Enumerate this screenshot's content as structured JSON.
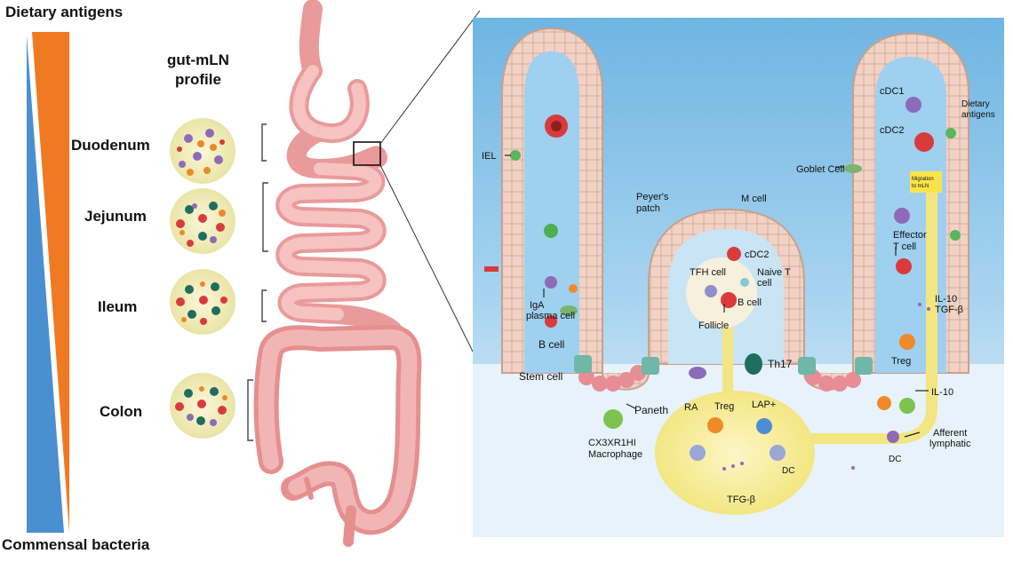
{
  "gradient": {
    "top_label": "Dietary antigens",
    "bottom_label": "Commensal bacteria",
    "colors": {
      "dietary": "#ef7a22",
      "commensal": "#4a8fd0"
    }
  },
  "profile": {
    "title_line1": "gut-mLN",
    "title_line2": "profile",
    "segments": [
      "Duodenum",
      "Jejunum",
      "Ileum",
      "Colon"
    ]
  },
  "villus": {
    "labels": {
      "iel": "IEL",
      "peyers_patch_1": "Peyer's",
      "peyers_patch_2": "patch",
      "m_cell": "M cell",
      "cdc2_center": "cDC2",
      "tfh": "TFH cell",
      "naive_t_1": "Naive T",
      "naive_t_2": "cell",
      "b_cell_center": "B cell",
      "follicle": "Follicle",
      "iga_1": "IgA",
      "iga_2": "plasma cell",
      "b_cell_left": "B cell",
      "stem_cell": "Stem cell",
      "paneth": "Paneth",
      "th17": "Th17",
      "macrophage_1": "CX3XR1HI",
      "macrophage_2": "Macrophage",
      "ra": "RA",
      "treg_bottom": "Treg",
      "lap": "LAP+",
      "dc_bottom": "DC",
      "tgf_bottom": "TFG-β",
      "cdc1": "cDC1",
      "dietary_1": "Dietary",
      "dietary_2": "antigens",
      "cdc2_right": "cDC2",
      "goblet": "Goblet Cell",
      "migration_1": "Migration",
      "migration_2": "to mLN",
      "effector_1": "Effector",
      "effector_2": "T cell",
      "il10_1": "IL-10",
      "tgf_right": "TGF-β",
      "treg_right": "Treg",
      "il10_2": "IL-10",
      "afferent_1": "Afferent",
      "afferent_2": "lymphatic",
      "dc_right": "DC"
    }
  }
}
